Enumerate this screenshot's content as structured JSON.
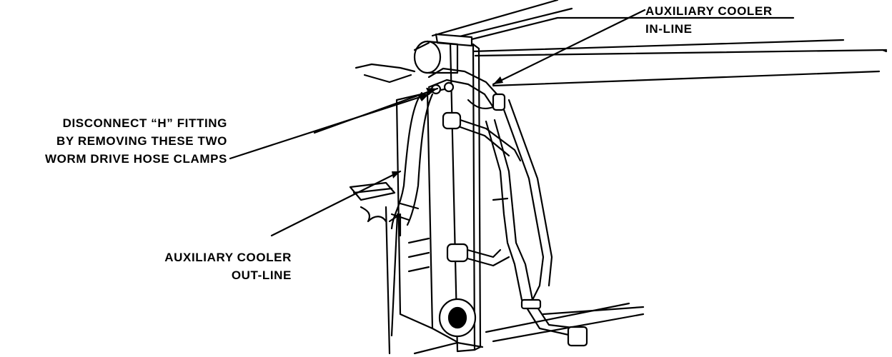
{
  "figure": {
    "subject": "radiator-with-auxiliary-cooler-lines",
    "ink_color": "#000000",
    "paper_color": "#ffffff"
  },
  "callouts": {
    "disconnect": {
      "lines": [
        "DISCONNECT “H” FITTING",
        "BY REMOVING THESE TWO",
        "WORM DRIVE HOSE CLAMPS"
      ]
    },
    "out_line": {
      "lines": [
        "AUXILIARY COOLER",
        "OUT-LINE"
      ]
    },
    "in_line": {
      "lines": [
        "AUXILIARY COOLER",
        "IN-LINE"
      ]
    }
  }
}
